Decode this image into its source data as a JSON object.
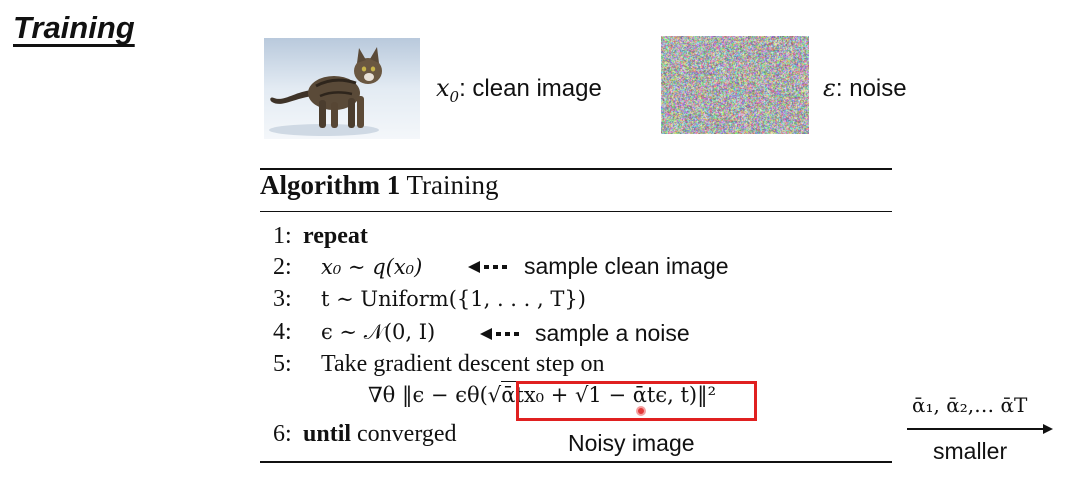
{
  "title": "Training",
  "images": {
    "clean": {
      "caption_symbol": "x",
      "caption_sub": "0",
      "caption_text": ": clean image"
    },
    "noise": {
      "caption_symbol": "ε",
      "caption_text": ": noise"
    }
  },
  "algorithm": {
    "title_bold": "Algorithm 1",
    "title_rest": " Training",
    "lines": [
      {
        "num": "1:",
        "keyword": "repeat"
      },
      {
        "num": "2:",
        "expr": "x₀ ∼ q(x₀)"
      },
      {
        "num": "3:",
        "expr": "t ∼ Uniform({1, . . . , T})"
      },
      {
        "num": "4:",
        "expr": "ϵ ∼ 𝒩(0, I)"
      },
      {
        "num": "5:",
        "text": "Take gradient descent step on"
      },
      {
        "num": "6:",
        "keyword": "until",
        "text": " converged"
      }
    ],
    "loss_prefix": "∇θ ‖ϵ − ϵθ(",
    "loss_inner_a": "ᾱt",
    "loss_inner_mid": "x₀ + ",
    "loss_inner_b": "1 − ᾱt",
    "loss_inner_end": "ϵ",
    "loss_suffix": ", t)‖²"
  },
  "annotations": {
    "sample_clean": "sample clean image",
    "sample_noise": "sample a noise",
    "noisy_image": "Noisy image",
    "alpha_sequence": "ᾱ₁, ᾱ₂,… ᾱT",
    "smaller": "smaller"
  },
  "colors": {
    "highlight": "#e02020",
    "text": "#111111"
  }
}
